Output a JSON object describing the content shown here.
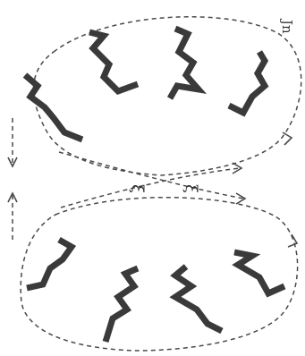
{
  "labels": {
    "corner": "Jn",
    "xi_left": "ξ",
    "xi_right": "ξ"
  }
}
